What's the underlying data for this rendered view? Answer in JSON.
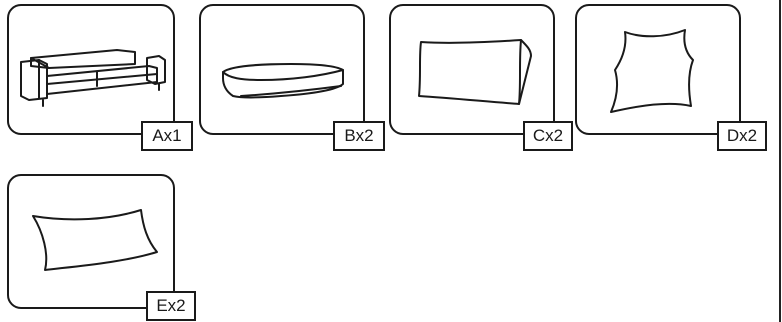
{
  "parts": [
    {
      "id": "A",
      "label": "Ax1",
      "item": "sofa-icon"
    },
    {
      "id": "B",
      "label": "Bx2",
      "item": "seat-cushion-icon"
    },
    {
      "id": "C",
      "label": "Cx2",
      "item": "back-cushion-icon"
    },
    {
      "id": "D",
      "label": "Dx2",
      "item": "square-pillow-icon"
    },
    {
      "id": "E",
      "label": "Ex2",
      "item": "lumbar-pillow-icon"
    }
  ]
}
